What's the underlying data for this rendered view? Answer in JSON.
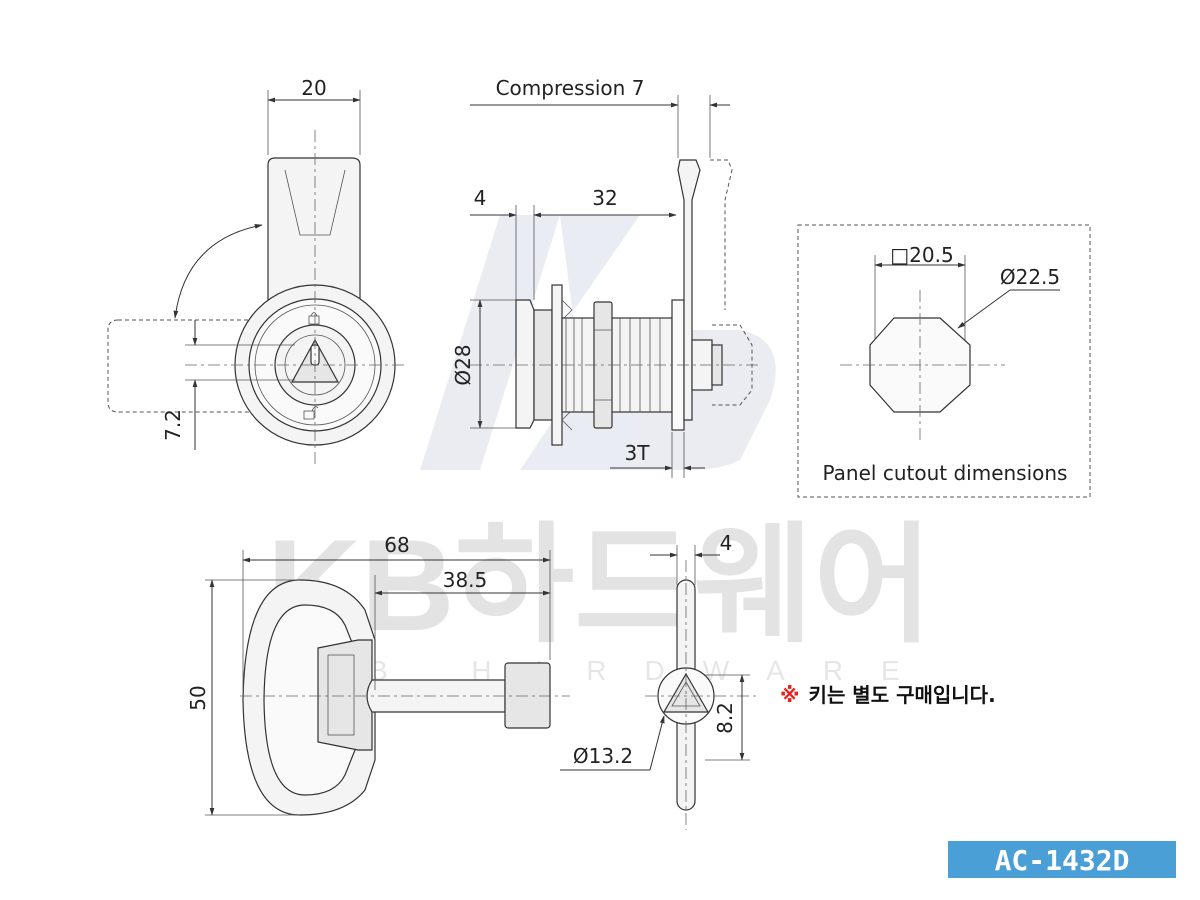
{
  "watermark": {
    "brand": "KB하드웨어",
    "brand_en": "KB HARDWARE",
    "logo": "kb-logo-icon"
  },
  "front_view": {
    "dim_width": "20",
    "dim_offset": "7.2"
  },
  "side_view": {
    "dim_compression": "Compression 7",
    "dim_4": "4",
    "dim_32": "32",
    "dim_dia": "Ø28",
    "dim_thickness": "3T"
  },
  "cutout": {
    "dim_square": "□20.5",
    "dim_dia": "Ø22.5",
    "label": "Panel cutout dimensions"
  },
  "key_view": {
    "dim_68": "68",
    "dim_38_5": "38.5",
    "dim_50": "50",
    "dim_4": "4",
    "dim_13_2": "Ø13.2",
    "dim_8_2": "8.2"
  },
  "note": {
    "mark": "※",
    "text": "키는 별도 구매입니다."
  },
  "model": {
    "code": "AC-1432D",
    "color": "#4a9fd6"
  }
}
